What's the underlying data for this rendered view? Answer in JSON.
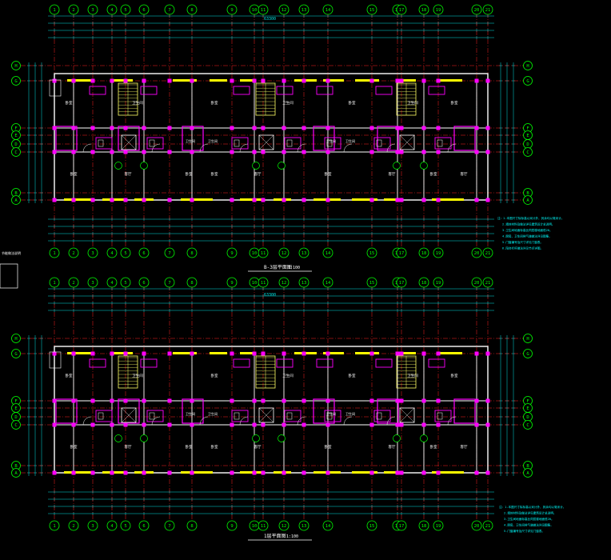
{
  "colors": {
    "background": "#000000",
    "grid_line": "#ff2020",
    "dimension": "#00e0e0",
    "wall": "#ffffff",
    "column": "#ff00ff",
    "window": "#ffff00",
    "bubble": "#00ff00",
    "room_text": "#ffffff",
    "note_text": "#00ffff",
    "stair": "#ffff66"
  },
  "drawing": {
    "top_plan_title": "B-3层平面图",
    "top_plan_scale": "1:100",
    "bottom_plan_title": "1层平面图",
    "bottom_plan_scale": "1:100",
    "side_label": "节能做法说明",
    "col_axes": [
      "1",
      "2",
      "3",
      "4",
      "5",
      "6",
      "7",
      "8",
      "9",
      "10",
      "11",
      "12",
      "13",
      "14",
      "15",
      "16",
      "17",
      "18",
      "19",
      "20",
      "21"
    ],
    "row_axes": [
      "H",
      "G",
      "F",
      "E",
      "D",
      "C",
      "B",
      "A"
    ],
    "rooms": {
      "bedroom": "卧室",
      "living": "客厅",
      "kitchen": "厨房",
      "bath": "卫生间",
      "dining": "餐厅"
    },
    "overall_dim": "63300",
    "notes_top": [
      "注：1.本图尺寸除标高以米计外，其余均以毫米计。",
      "2.墙体材料及做法详见建筑设计总说明。",
      "3.卫生间地面标高比同层楼地面低20。",
      "4.厨房、卫生间排气道做法详见图集。",
      "5.门窗编号及尺寸详见门窗表。",
      "6.阳台栏杆做法详见节点详图。"
    ],
    "notes_bottom": [
      "注：1.本图尺寸除标高以米计外，其余均以毫米计。",
      "2.墙体材料及做法详见建筑设计总说明。",
      "3.卫生间地面标高比同层楼地面低20。",
      "4.厨房、卫生间排气道做法详见图集。",
      "5.门窗编号及尺寸详见门窗表。"
    ]
  }
}
